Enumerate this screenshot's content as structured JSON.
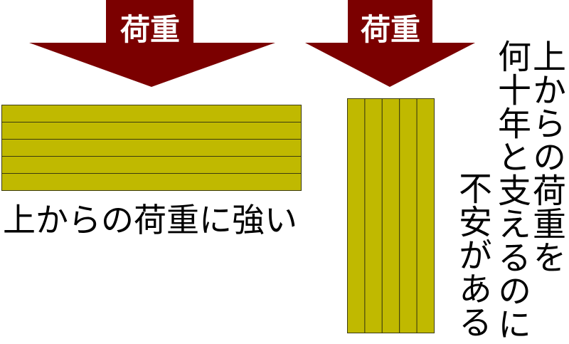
{
  "arrows": [
    {
      "label": "荷重"
    },
    {
      "label": "荷重"
    }
  ],
  "left_caption": "上からの荷重に強い",
  "right_caption_lines": [
    "上からの荷重を",
    "何十年と支えるのに",
    "不安がある"
  ],
  "boards": {
    "left": {
      "orientation": "horizontal",
      "layers": 5
    },
    "right": {
      "orientation": "vertical",
      "layers": 5
    }
  },
  "colors": {
    "arrow": "#7b0000",
    "arrow_text": "#ffffff",
    "board": "#c0b900",
    "board_line": "#3b3b10",
    "text": "#000000"
  }
}
